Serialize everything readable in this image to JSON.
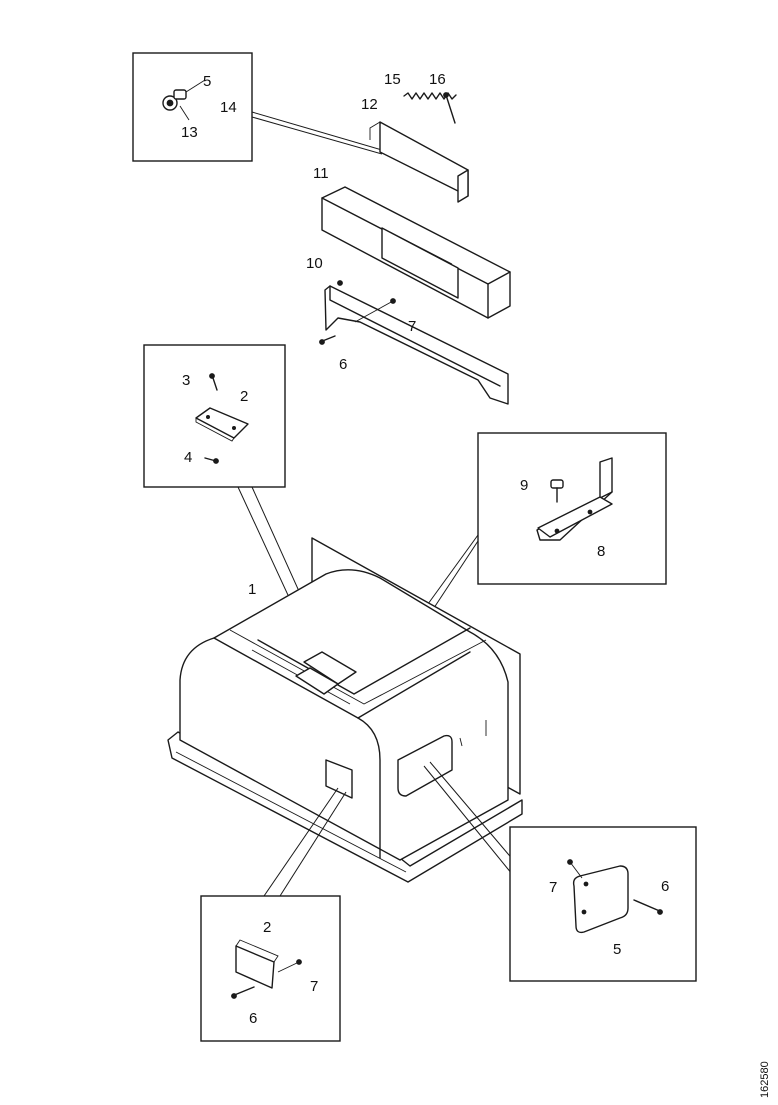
{
  "diagram": {
    "drawing_number": "162580",
    "callouts": {
      "c1": "1",
      "c2_upper": "2",
      "c3": "3",
      "c4": "4",
      "c5_top": "5",
      "c5_bottom": "5",
      "c6_mid": "6",
      "c6_lower_left": "6",
      "c6_lower_right": "6",
      "c7_mid": "7",
      "c7_lower_left": "7",
      "c7_lower_right": "7",
      "c8": "8",
      "c9": "9",
      "c10": "10",
      "c11": "11",
      "c12": "12",
      "c13": "13",
      "c14": "14",
      "c15": "15",
      "c16": "16",
      "c2_lower": "2"
    }
  }
}
